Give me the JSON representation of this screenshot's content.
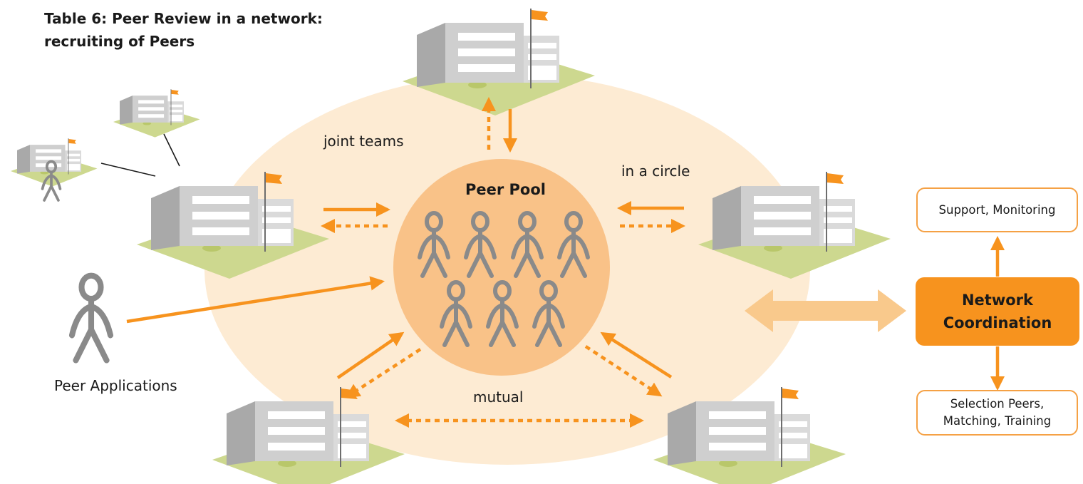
{
  "title": {
    "line1": "Table 6: Peer Review in a network:",
    "line2": "recruiting of Peers"
  },
  "pool": {
    "label": "Peer Pool",
    "peer_count": 7
  },
  "labels": {
    "joint_teams": "joint teams",
    "in_a_circle": "in a circle",
    "mutual": "mutual",
    "peer_applications": "Peer Applications"
  },
  "coordination": {
    "center": {
      "line1": "Network",
      "line2": "Coordination"
    },
    "top": "Support, Monitoring",
    "bottom": {
      "line1": "Selection Peers,",
      "line2": "Matching, Training"
    }
  },
  "colors": {
    "accent": "#f7931e",
    "ellipse": "#fdebd3",
    "pool": "#f9c288",
    "figure": "#8a8a8a",
    "building": "#cfcfcf",
    "ground": "#cdd88f",
    "flag": "#f7931e"
  },
  "icons": [
    "school-building-icon",
    "peer-figure-icon",
    "flag-icon"
  ]
}
